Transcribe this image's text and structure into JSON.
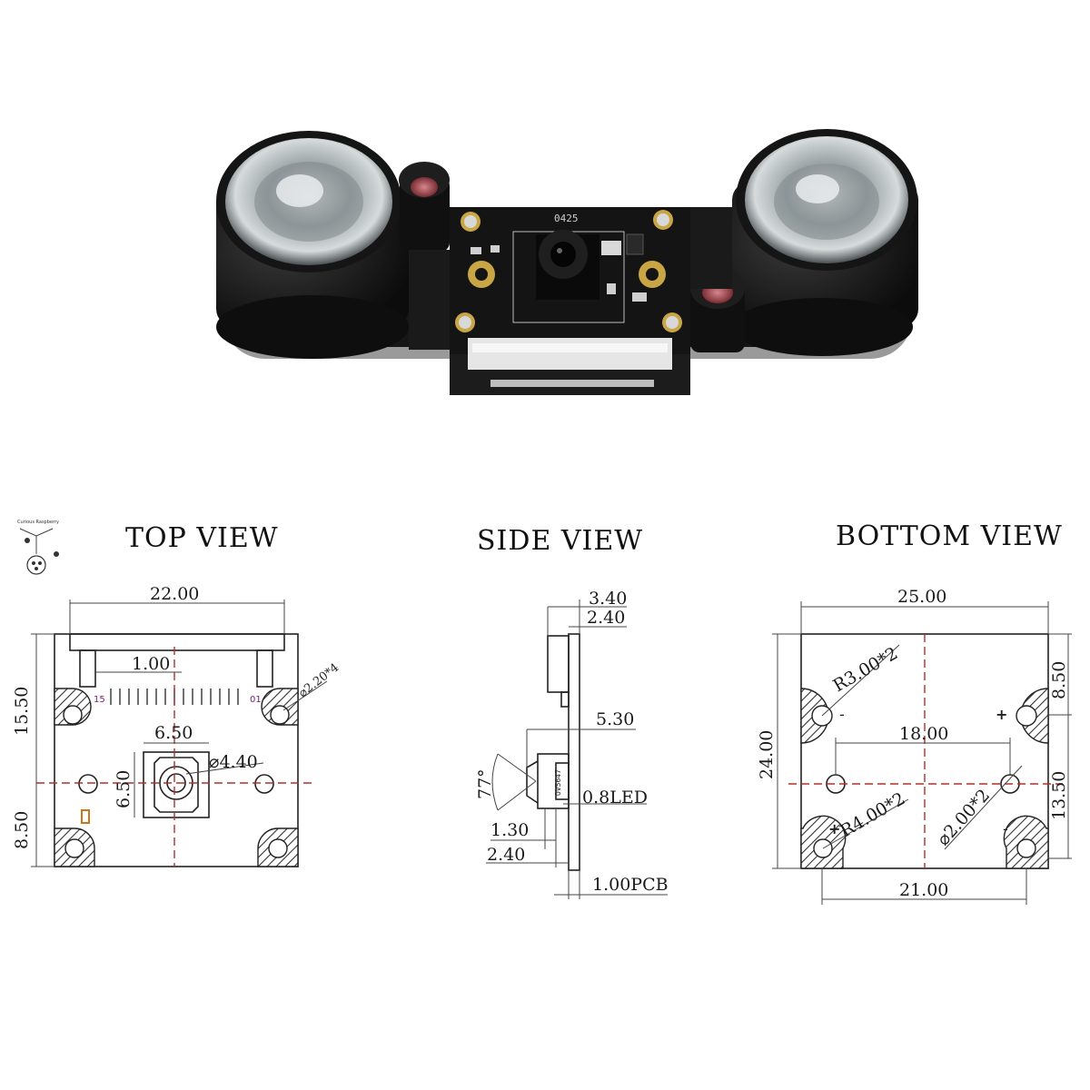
{
  "product": {
    "board_marking": "0425",
    "colors": {
      "pcb": "#141414",
      "pad_gold": "#c9a544",
      "lens_body": "#1b1b1b",
      "ir_lens": "#b8c1c4"
    }
  },
  "logo": {
    "text": "Curious Raspberry"
  },
  "top_view": {
    "title": "TOP VIEW",
    "dim_width": "22.00",
    "dim_pitch": "1.00",
    "dim_upper": "15.50",
    "dim_lower": "8.50",
    "dim_sensor_w": "6.50",
    "dim_sensor_h": "6.50",
    "dim_lens": "⌀4.40",
    "dim_holes": "⌀2.20*4",
    "pin_first": "15",
    "pin_last": "01"
  },
  "side_view": {
    "title": "SIDE VIEW",
    "dim_a": "3.40",
    "dim_b": "2.40",
    "dim_c": "5.30",
    "dim_angle": "77°",
    "dim_led": "0.8LED",
    "dim_d": "1.30",
    "dim_e": "2.40",
    "dim_pcb": "1.00PCB"
  },
  "bottom_view": {
    "title": "BOTTOM VIEW",
    "dim_width": "25.00",
    "dim_height": "24.00",
    "dim_top": "8.50",
    "dim_mid": "13.50",
    "dim_span": "18.00",
    "dim_radius_a": "R3.00*2",
    "dim_radius_b": "R4.00*2",
    "dim_holes": "⌀2.00*2",
    "dim_bottom": "21.00",
    "sign_plus": "+",
    "sign_minus": "-"
  }
}
